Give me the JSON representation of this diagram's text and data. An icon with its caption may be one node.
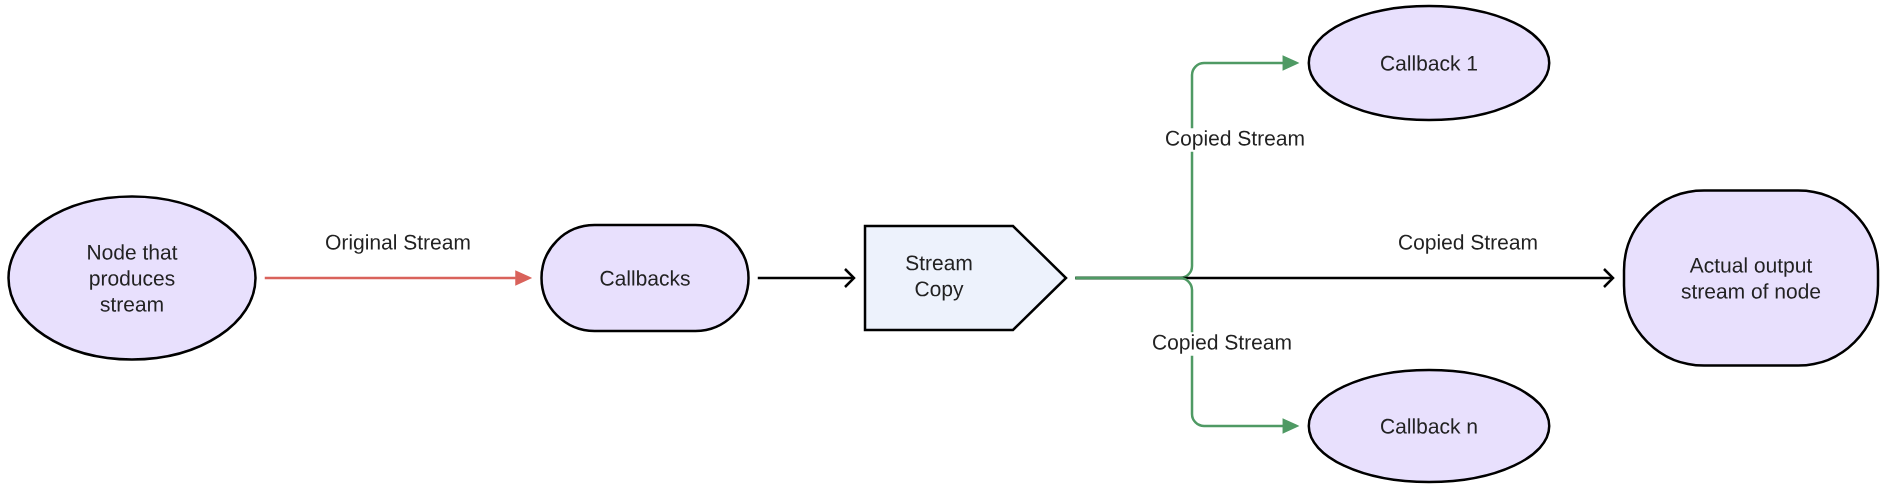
{
  "diagram": {
    "nodes": [
      {
        "text": [
          "Node that produces stream"
        ]
      },
      {
        "text": [
          "Callbacks"
        ]
      },
      {
        "text": [
          "Stream Copy"
        ]
      },
      {
        "text": [
          "Callback 1"
        ]
      },
      {
        "text": [
          "Actual output stream of node"
        ]
      },
      {
        "text": [
          "Callback n"
        ]
      }
    ],
    "edges": [
      {
        "from": 0,
        "to": 1,
        "arrow": "to",
        "label": "Original Stream",
        "color": "#d9625b"
      },
      {
        "from": 1,
        "to": 2,
        "arrow": "to"
      },
      {
        "from": 2,
        "to": 3,
        "arrow": "to",
        "label": "Copied Stream",
        "color": "#4f9a64"
      },
      {
        "from": 2,
        "to": 4,
        "arrow": "to",
        "label": "Copied Stream"
      },
      {
        "from": 2,
        "to": 5,
        "arrow": "to",
        "label": "Copied Stream",
        "color": "#4f9a64"
      }
    ]
  }
}
